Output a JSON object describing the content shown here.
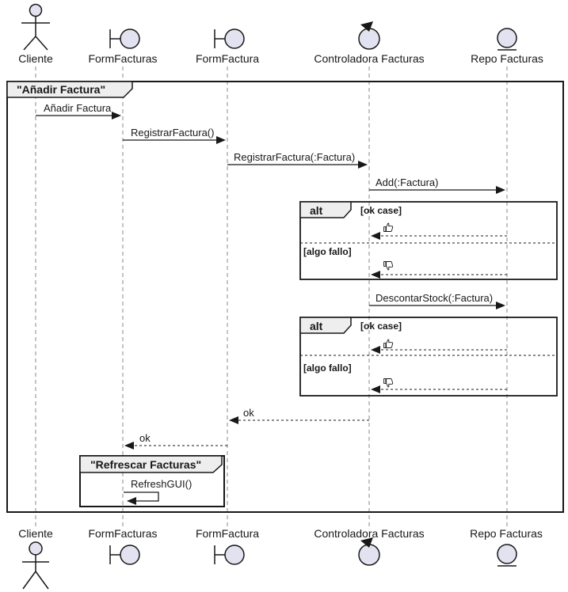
{
  "diagram_type": "uml-sequence-diagram",
  "participants": [
    {
      "name": "Cliente",
      "type": "actor",
      "icon": "actor-icon"
    },
    {
      "name": "FormFacturas",
      "type": "boundary",
      "icon": "boundary-icon"
    },
    {
      "name": "FormFactura",
      "type": "boundary",
      "icon": "boundary-icon"
    },
    {
      "name": "Controladora Facturas",
      "type": "control",
      "icon": "control-icon"
    },
    {
      "name": "Repo Facturas",
      "type": "entity",
      "icon": "entity-icon"
    }
  ],
  "frames": {
    "main": {
      "title": "\"Añadir Factura\""
    },
    "refresh": {
      "title": "\"Refrescar Facturas\""
    }
  },
  "messages": {
    "m1": {
      "label": "Añadir Factura",
      "from": "Cliente",
      "to": "FormFacturas",
      "style": "solid"
    },
    "m2": {
      "label": "RegistrarFactura()",
      "from": "FormFacturas",
      "to": "FormFactura",
      "style": "solid"
    },
    "m3": {
      "label": "RegistrarFactura(:Factura)",
      "from": "FormFactura",
      "to": "Controladora Facturas",
      "style": "solid"
    },
    "m4": {
      "label": "Add(:Factura)",
      "from": "Controladora Facturas",
      "to": "Repo Facturas",
      "style": "solid"
    },
    "m5": {
      "label": "DescontarStock(:Factura)",
      "from": "Controladora Facturas",
      "to": "Repo Facturas",
      "style": "solid"
    },
    "ret_ok_controladora": {
      "label": "ok",
      "from": "Controladora Facturas",
      "to": "FormFactura",
      "style": "dashed"
    },
    "ret_ok_formfactura": {
      "label": "ok",
      "from": "FormFactura",
      "to": "FormFacturas",
      "style": "dashed"
    },
    "self_refresh": {
      "label": "RefreshGUI()",
      "from": "FormFacturas",
      "to": "FormFacturas",
      "style": "self"
    }
  },
  "alt_fragments": [
    {
      "operator": "alt",
      "sections": [
        {
          "guard": "[ok case]",
          "icon": "thumbs-up-icon",
          "reply_from": "Repo Facturas",
          "reply_to": "Controladora Facturas"
        },
        {
          "guard": "[algo fallo]",
          "icon": "thumbs-down-icon",
          "reply_from": "Repo Facturas",
          "reply_to": "Controladora Facturas"
        }
      ]
    },
    {
      "operator": "alt",
      "sections": [
        {
          "guard": "[ok case]",
          "icon": "thumbs-up-icon",
          "reply_from": "Repo Facturas",
          "reply_to": "Controladora Facturas"
        },
        {
          "guard": "[algo fallo]",
          "icon": "thumbs-down-icon",
          "reply_from": "Repo Facturas",
          "reply_to": "Controladora Facturas"
        }
      ]
    }
  ],
  "colors": {
    "participant_fill": "#E2E2F0",
    "fragment_header_fill": "#EEEEEE",
    "line": "#181818",
    "lifeline": "#888888",
    "background": "#FFFFFF"
  }
}
